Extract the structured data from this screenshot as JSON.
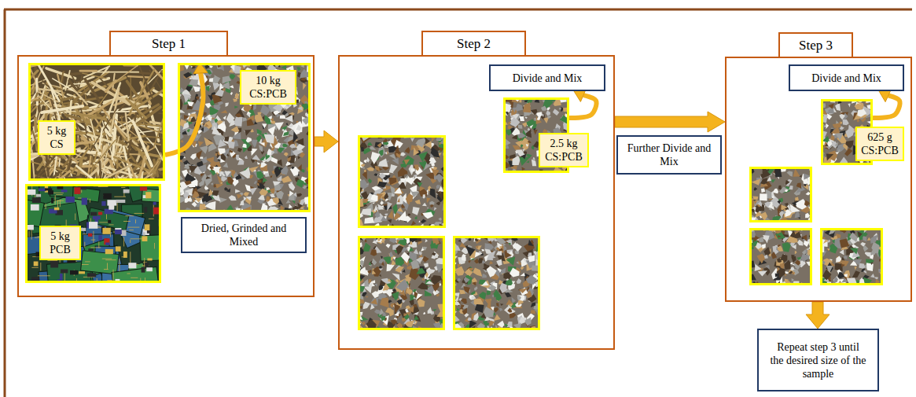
{
  "diagram": {
    "nodes": [
      {
        "text": [
          "Step 1"
        ]
      },
      {
        "text": [
          "5 kg CS"
        ],
        "in": 0
      },
      {
        "text": [
          "5 kg PCB"
        ],
        "in": 0
      },
      {
        "text": [
          "10 kg CS:PCB"
        ],
        "in": 0
      },
      {
        "text": [
          "Dried, Grinded and Mixed"
        ],
        "in": 0
      },
      {
        "text": [
          "Step 2"
        ]
      },
      {
        "text": [
          "Divide and Mix"
        ],
        "in": 5
      },
      {
        "text": [
          "2.5 kg CS:PCB"
        ],
        "in": 5
      },
      {
        "text": [
          "Further Divide and Mix"
        ]
      },
      {
        "text": [
          "Step 3"
        ]
      },
      {
        "text": [
          "Divide and Mix"
        ],
        "in": 9
      },
      {
        "text": [
          "625 g CS:PCB"
        ],
        "in": 9
      },
      {
        "text": [
          "Repeat step 3 until the desired size of the sample"
        ]
      }
    ],
    "edges": [
      {
        "from": 1,
        "to": 3,
        "arrow": "to"
      },
      {
        "from": 0,
        "to": 5,
        "arrow": "to"
      },
      {
        "from": 7,
        "to": 6,
        "arrow": "to"
      },
      {
        "from": 5,
        "to": 9,
        "arrow": "to"
      },
      {
        "from": 11,
        "to": 10,
        "arrow": "to"
      },
      {
        "from": 9,
        "to": 12,
        "arrow": "to"
      }
    ]
  }
}
